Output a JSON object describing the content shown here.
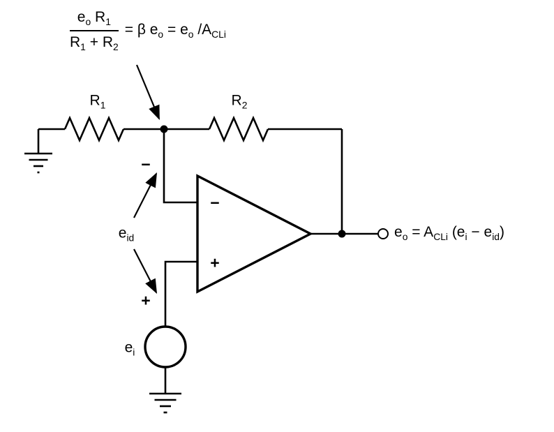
{
  "formula": {
    "numerator": "e_{o} R_{1}",
    "denominator": "R_{1} + R_{2}",
    "rhs": "= β e_{o} = e_{o} /A_{CLi}"
  },
  "components": {
    "r1_label": "R_{1}",
    "r2_label": "R_{2}",
    "eid_label": "e_{id}",
    "ei_label": "e_{i}",
    "opamp_inverting_sign": "−",
    "opamp_noninverting_sign": "+",
    "node_minus_sign": "−",
    "node_plus_sign": "+"
  },
  "output": {
    "label": "e_{o} = A_{CLi} (e_{i} − e_{id})"
  },
  "colors": {
    "line": "#000000",
    "background": "#ffffff"
  }
}
